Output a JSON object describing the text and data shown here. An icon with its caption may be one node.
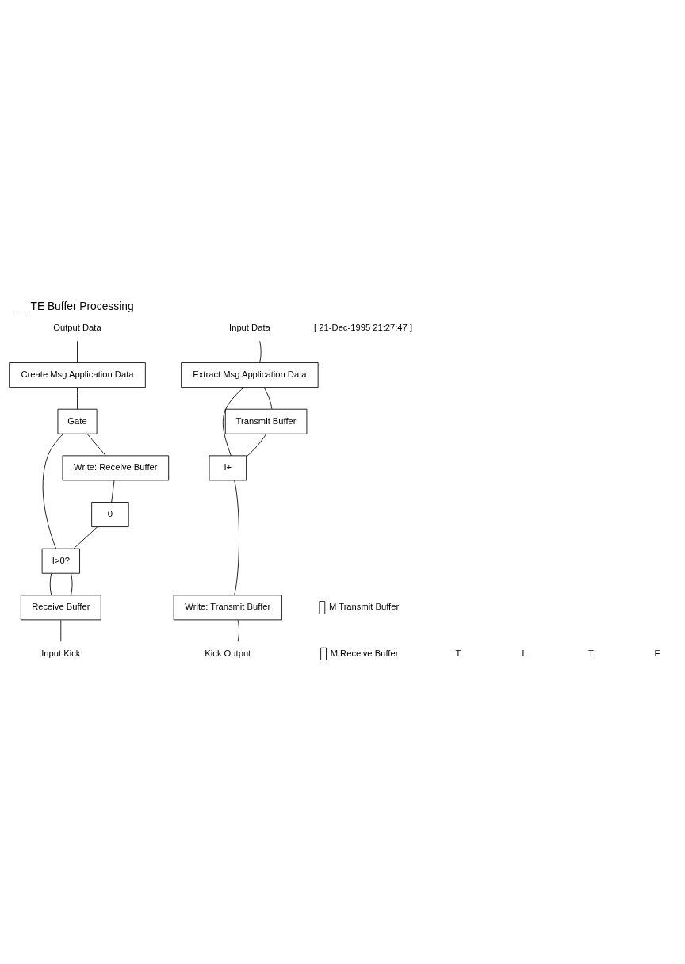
{
  "diagram": {
    "title": "__ TE Buffer Processing",
    "nodes": [
      {
        "text": [
          "Output Data"
        ]
      },
      {
        "text": [
          "Input Data"
        ]
      },
      {
        "text": [
          "Create Msg Application Data"
        ]
      },
      {
        "text": [
          "Extract Msg Application Data"
        ]
      },
      {
        "text": [
          "Gate"
        ]
      },
      {
        "text": [
          "Write: Receive Buffer"
        ]
      },
      {
        "text": [
          "Transmit Buffer"
        ]
      },
      {
        "text": [
          "0"
        ]
      },
      {
        "text": [
          "I>0?"
        ]
      },
      {
        "text": [
          "I+"
        ]
      },
      {
        "text": [
          "Receive Buffer"
        ]
      },
      {
        "text": [
          "Write: Transmit Buffer"
        ]
      },
      {
        "text": [
          "Input Kick"
        ]
      },
      {
        "text": [
          "Kick Output"
        ]
      }
    ],
    "edges": [
      {
        "from": 12,
        "to": 10,
        "arrow": "none"
      },
      {
        "from": 10,
        "to": 8,
        "arrow": "none"
      },
      {
        "from": 10,
        "to": 8,
        "arrow": "none"
      },
      {
        "from": 8,
        "to": 4,
        "arrow": "none"
      },
      {
        "from": 8,
        "to": 7,
        "arrow": "none"
      },
      {
        "from": 7,
        "to": 5,
        "arrow": "none"
      },
      {
        "from": 5,
        "to": 4,
        "arrow": "none"
      },
      {
        "from": 4,
        "to": 2,
        "arrow": "none"
      },
      {
        "from": 2,
        "to": 0,
        "arrow": "none"
      },
      {
        "from": 1,
        "to": 3,
        "arrow": "none"
      },
      {
        "from": 3,
        "to": 9,
        "arrow": "none"
      },
      {
        "from": 3,
        "to": 6,
        "arrow": "none"
      },
      {
        "from": 6,
        "to": 9,
        "arrow": "none"
      },
      {
        "from": 9,
        "to": 11,
        "arrow": "none"
      },
      {
        "from": 11,
        "to": 13,
        "arrow": "none"
      }
    ],
    "labels": [
      "[ 21-Dec-1995 21:27:47 ]",
      "T",
      "L",
      "T",
      "F"
    ],
    "legend": [
      {
        "text": "M Transmit Buffer"
      },
      {
        "text": "M Receive Buffer"
      }
    ]
  }
}
